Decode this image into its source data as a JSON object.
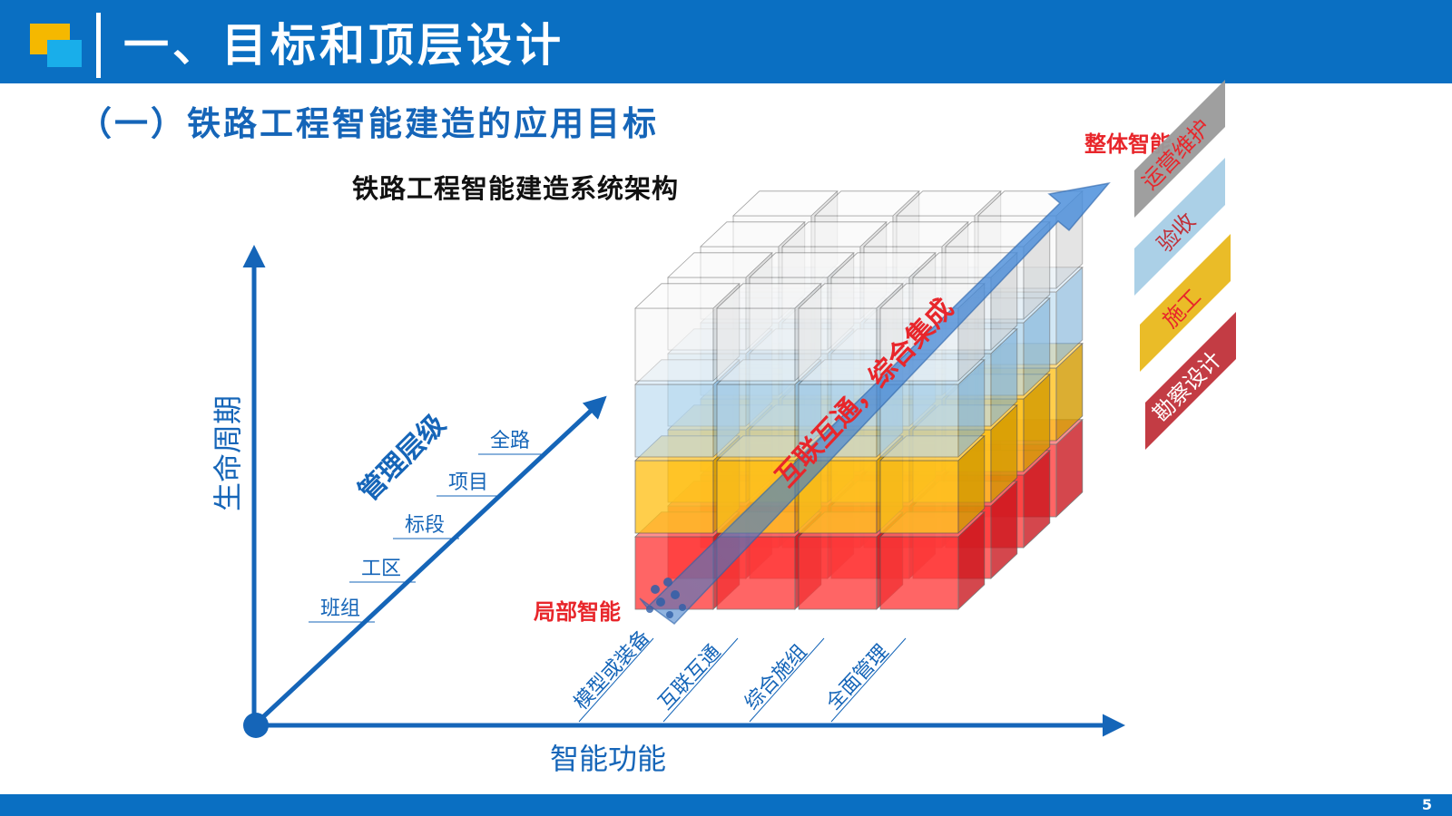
{
  "header": {
    "title": "一、目标和顶层设计"
  },
  "subtitle": "（一）铁路工程智能建造的应用目标",
  "diagram": {
    "title": "铁路工程智能建造系统架构",
    "axes": {
      "vertical": "生命周期",
      "diagonal": "管理层级",
      "horizontal": "智能功能"
    },
    "management_levels": [
      "班组",
      "工区",
      "标段",
      "项目",
      "全路"
    ],
    "functions": [
      "模型或装备",
      "互联互通",
      "综合施组",
      "全面管理"
    ],
    "lifecycle_stages": [
      {
        "label": "勘察设计",
        "color": "#c0313a"
      },
      {
        "label": "施工",
        "color": "#e9b81c"
      },
      {
        "label": "验收",
        "color": "#a7cde6"
      },
      {
        "label": "运营维护",
        "color": "#9a9a9a"
      }
    ],
    "arrow_label": "互联互通，综合集成",
    "start_label": "局部智能",
    "end_label": "整体智能"
  },
  "colors": {
    "brand_blue": "#0a6fc2",
    "axis_blue": "#1565b8",
    "emphasis_red": "#e8262b"
  },
  "page_number": "5"
}
